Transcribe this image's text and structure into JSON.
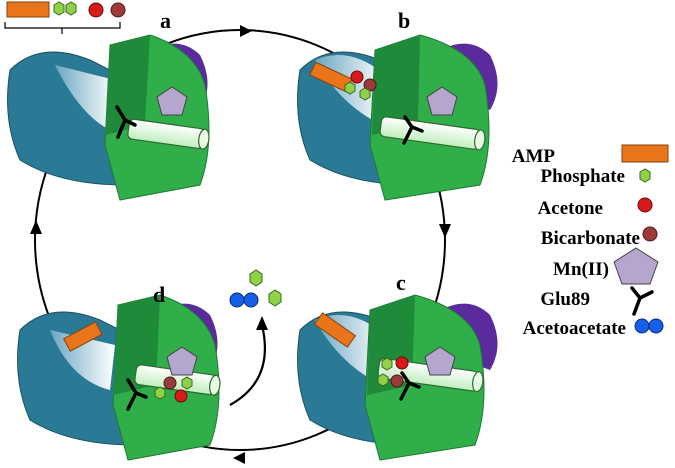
{
  "panels": [
    {
      "id": "a",
      "label": "a"
    },
    {
      "id": "b",
      "label": "b"
    },
    {
      "id": "c",
      "label": "c"
    },
    {
      "id": "d",
      "label": "d"
    }
  ],
  "legend": [
    {
      "label": "AMP",
      "symbol": "orange-rectangle"
    },
    {
      "label": "Phosphate",
      "symbol": "green-hexagon"
    },
    {
      "label": "Acetone",
      "symbol": "red-circle"
    },
    {
      "label": "Bicarbonate",
      "symbol": "brown-circle"
    },
    {
      "label": "Mn(II)",
      "symbol": "lavender-pentagon"
    },
    {
      "label": "Glu89",
      "symbol": "black-y-glyph"
    },
    {
      "label": "Acetoacetate",
      "symbol": "blue-double-circle"
    }
  ],
  "colors": {
    "teal_domain": "#2a7a95",
    "green_domain": "#2fae4a",
    "dark_green": "#1e8a3a",
    "purple_domain": "#5b2a9c",
    "amp": "#e8751a",
    "phosphate": "#8fd24a",
    "acetone": "#d91a1a",
    "bicarbonate": "#9a3a3a",
    "mn": "#b4a6cf",
    "acetoacetate": "#1560e6",
    "helix": "#d8f5d0"
  }
}
